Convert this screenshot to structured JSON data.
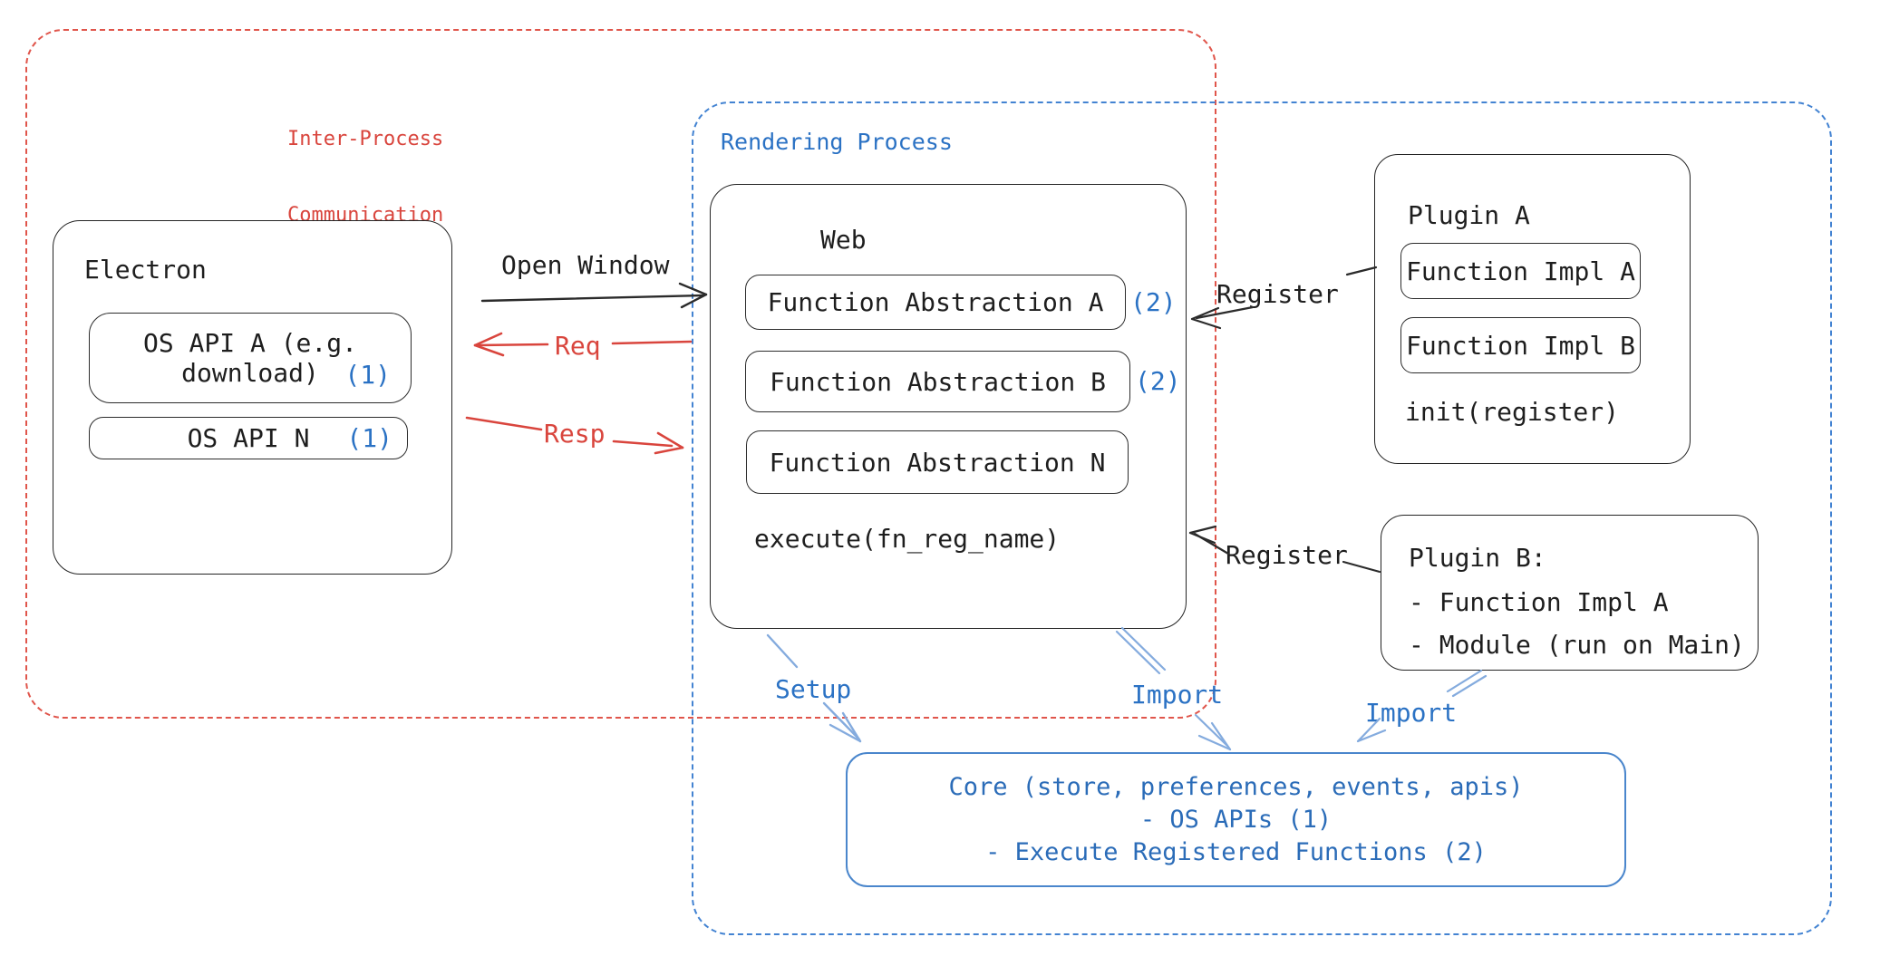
{
  "diagram": {
    "ipc": {
      "label_line1": "Inter-Process",
      "label_line2": "Communication"
    },
    "rendering_process": {
      "label": "Rendering Process"
    },
    "electron": {
      "title": "Electron",
      "os_api_a": {
        "line1": "OS API A (e.g.",
        "line2": "download)",
        "badge": "(1)"
      },
      "os_api_n": {
        "label": "OS API N",
        "badge": "(1)"
      }
    },
    "web": {
      "title": "Web",
      "fa_a": {
        "label": "Function Abstraction A",
        "badge": "(2)"
      },
      "fa_b": {
        "label": "Function Abstraction B",
        "badge": "(2)"
      },
      "fa_n": {
        "label": "Function Abstraction N"
      },
      "execute": "execute(fn_reg_name)"
    },
    "plugin_a": {
      "title": "Plugin A",
      "impl_a": "Function Impl A",
      "impl_b": "Function Impl B",
      "init": "init(register)"
    },
    "plugin_b": {
      "title": "Plugin B:",
      "item1": "- Function Impl A",
      "item2": "- Module (run on Main)"
    },
    "core": {
      "line1": "Core (store, preferences, events, apis)",
      "line2": "- OS APIs (1)",
      "line3": "- Execute Registered Functions (2)"
    },
    "arrows": {
      "open_window": "Open Window",
      "req": "Req",
      "resp": "Resp",
      "register_top": "Register",
      "register_bottom": "Register",
      "setup": "Setup",
      "import_web": "Import",
      "import_plugin": "Import"
    },
    "colors": {
      "red": "#d9453d",
      "blue": "#2b72c4",
      "black": "#1e1e1e",
      "arrow_blue": "#84abde"
    }
  }
}
